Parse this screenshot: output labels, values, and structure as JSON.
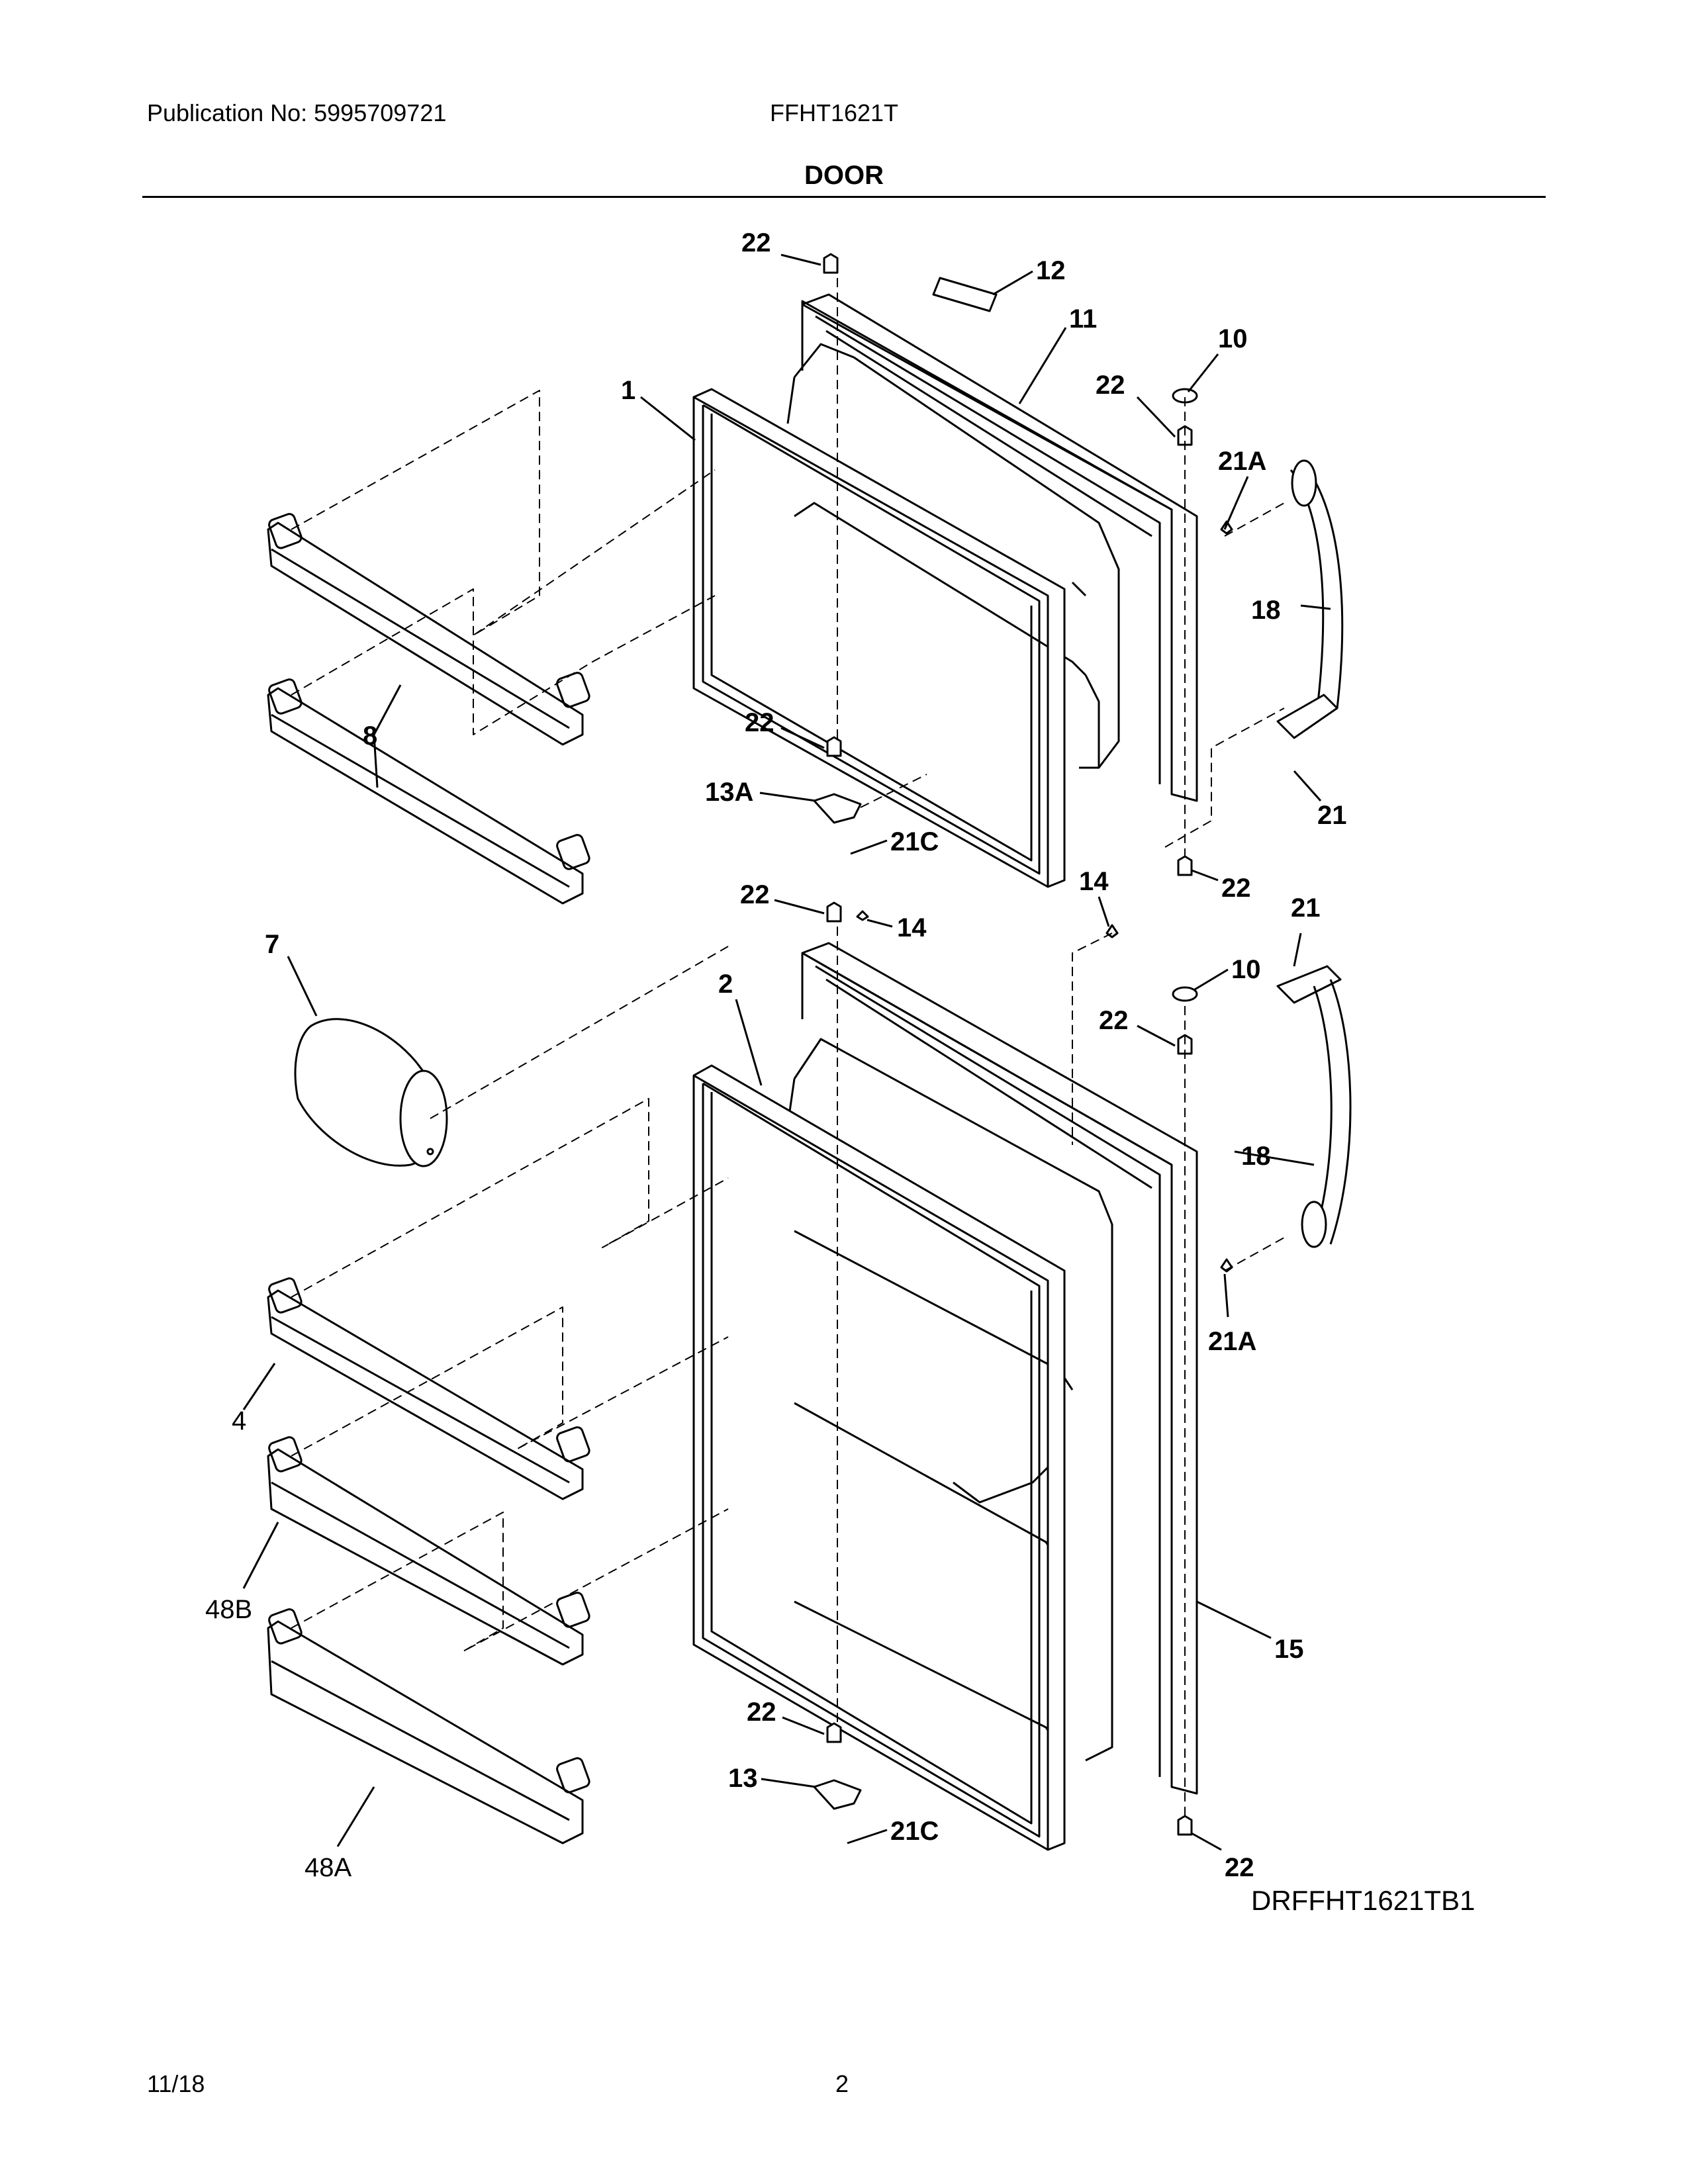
{
  "header": {
    "publication": "Publication No: 5995709721",
    "model": "FFHT1621T",
    "section_title": "DOOR"
  },
  "diagram": {
    "labels": {
      "l22a": "22",
      "l12": "12",
      "l11": "11",
      "l10a": "10",
      "l22b": "22",
      "l21Aa": "21A",
      "l1": "1",
      "l18a": "18",
      "l8": "8",
      "l22c": "22",
      "l13A": "13A",
      "l21Ca": "21C",
      "l21a": "21",
      "l22d": "22",
      "l14a": "14",
      "l22e": "22",
      "l14b": "14",
      "l21b": "21",
      "l7": "7",
      "l2": "2",
      "l10b": "10",
      "l22f": "22",
      "l18b": "18",
      "l21Ab": "21A",
      "l4": "4",
      "l48B": "48B",
      "l15": "15",
      "l22g": "22",
      "l13": "13",
      "l21Cb": "21C",
      "l22h": "22",
      "l48A": "48A"
    },
    "drawing_code": "DRFFHT1621TB1"
  },
  "footer": {
    "date": "11/18",
    "page_number": "2"
  }
}
